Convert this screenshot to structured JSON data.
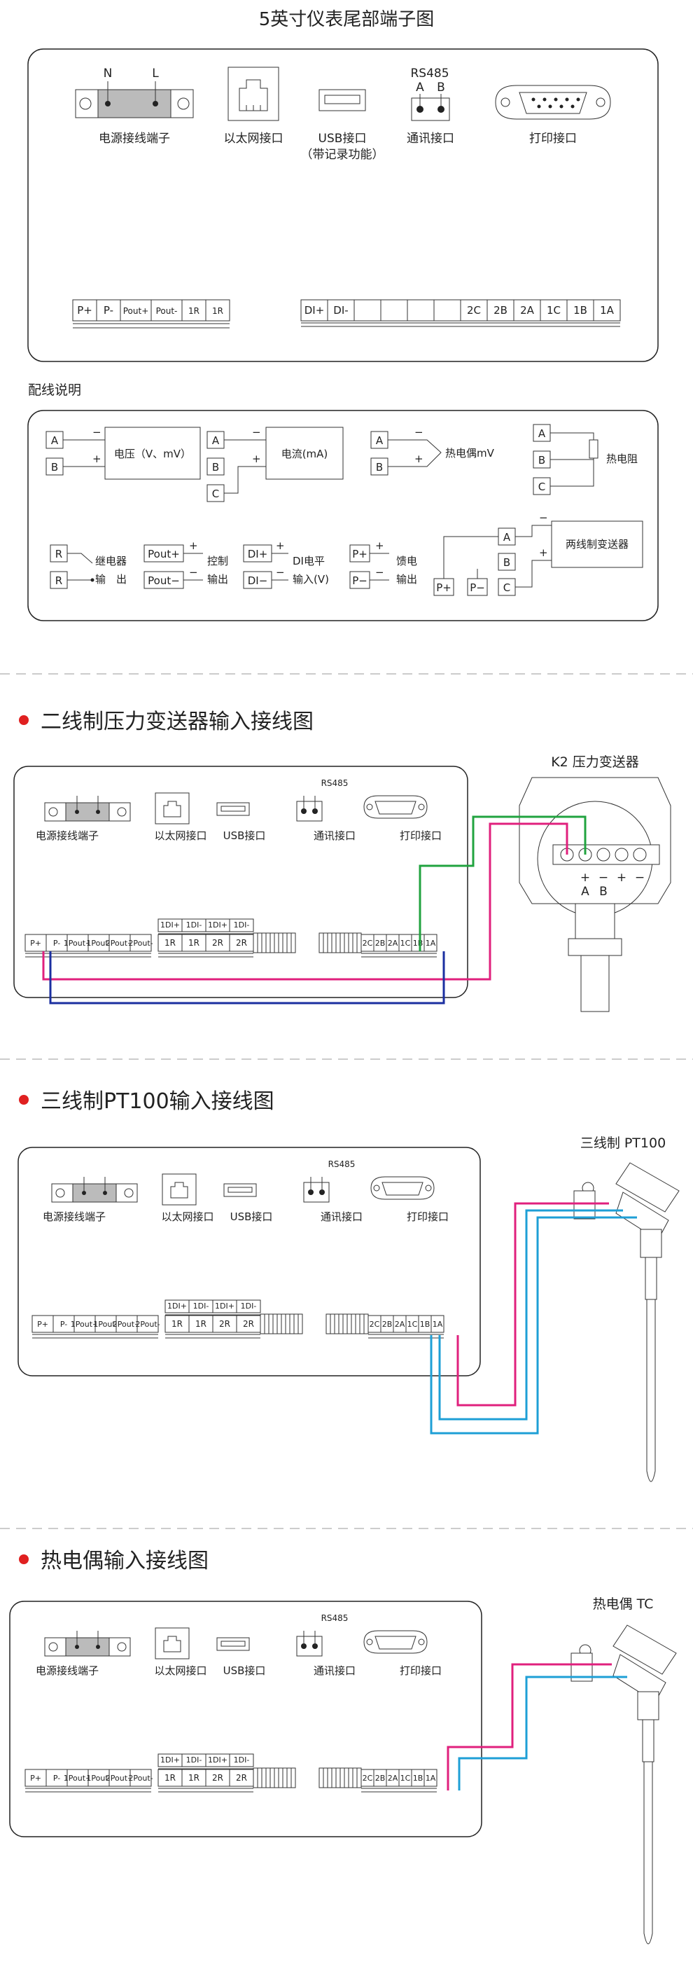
{
  "title": "5英寸仪表尾部端子图",
  "panel": {
    "power_label": "电源接线端子",
    "power_n": "N",
    "power_l": "L",
    "ethernet_label": "以太网接口",
    "usb_label": "USB接口",
    "usb_note": "（带记录功能）",
    "comm_title": "RS485",
    "comm_a": "A",
    "comm_b": "B",
    "comm_label": "通讯接口",
    "print_label": "打印接口",
    "left_terminals": [
      "P+",
      "P-",
      "Pout+",
      "Pout-",
      "1R",
      "1R"
    ],
    "right_terminals": [
      "DI+",
      "DI-",
      "",
      "",
      "",
      "",
      "2C",
      "2B",
      "2A",
      "1C",
      "1B",
      "1A"
    ]
  },
  "wiring": {
    "title": "配线说明",
    "voltage": "电压（V、mV）",
    "current": "电流(mA)",
    "thermocouple": "热电偶mV",
    "rtd": "热电阻",
    "relay_line1": "继电器",
    "relay_line2": "输　出",
    "control_line1": "控制",
    "control_line2": "输出",
    "di_line1": "DI电平",
    "di_line2": "输入(V)",
    "feed_line1": "馈电",
    "feed_line2": "输出",
    "two_wire": "两线制变送器",
    "minus": "−",
    "plus": "+"
  },
  "small_panel": {
    "power_label": "电源接线端子",
    "ethernet_label": "以太网接口",
    "usb_label": "USB接口",
    "comm_title": "RS485",
    "comm_label": "通讯接口",
    "print_label": "打印接口",
    "left_terminals": [
      "P+",
      "P-",
      "1Pout+",
      "1Pout-",
      "2Pout+",
      "2Pout-"
    ],
    "mid_top": [
      "1DI+",
      "1DI-",
      "1DI+",
      "1DI-"
    ],
    "mid_bottom": [
      "1R",
      "1R",
      "2R",
      "2R"
    ],
    "right_terminals": [
      "2C",
      "2B",
      "2A",
      "1C",
      "1B",
      "1A"
    ]
  },
  "sections": [
    {
      "title": "二线制压力变送器输入接线图",
      "device": "K2 压力变送器",
      "marks": [
        "+",
        "−",
        "+",
        "−"
      ],
      "letters": [
        "A",
        "B"
      ]
    },
    {
      "title": "三线制PT100输入接线图",
      "device": "三线制 PT100"
    },
    {
      "title": "热电偶输入接线图",
      "device": "热电偶 TC"
    }
  ],
  "colors": {
    "pink": "#e0207d",
    "green": "#21a33f",
    "blue": "#1b2fa0",
    "cyan": "#1e9fd6",
    "bullet": "#e02020"
  }
}
